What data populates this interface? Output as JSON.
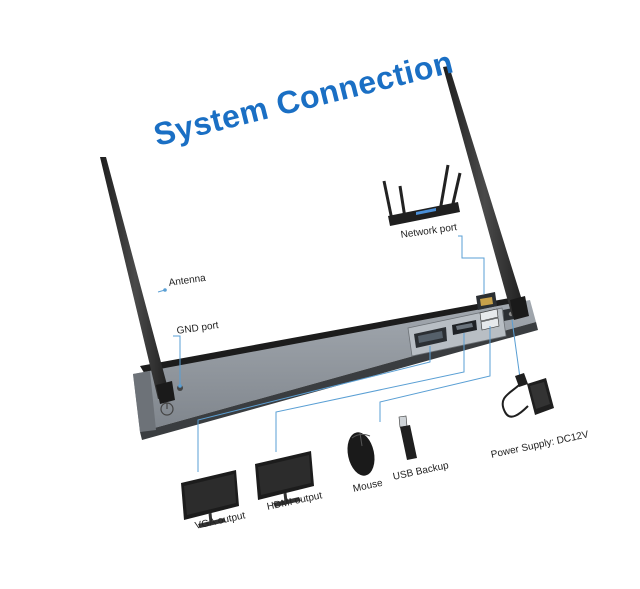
{
  "title": "System Connection",
  "labels": {
    "antenna": "Antenna",
    "gnd_port": "GND port",
    "network_port": "Network port",
    "vga_output": "VGA output",
    "hdmi_output": "HDMI output",
    "mouse": "Mouse",
    "usb_backup": "USB Backup",
    "power_supply": "Power Supply: DC12V"
  },
  "colors": {
    "title": "#1a6fc4",
    "leader_line": "#5a9fd4",
    "nvr_body": "#8f959c",
    "antenna": "#2a2a2a"
  },
  "icons": [
    "antenna-icon",
    "router-icon",
    "monitor-icon",
    "mouse-icon",
    "usb-drive-icon",
    "power-adapter-icon",
    "power-button-icon"
  ]
}
